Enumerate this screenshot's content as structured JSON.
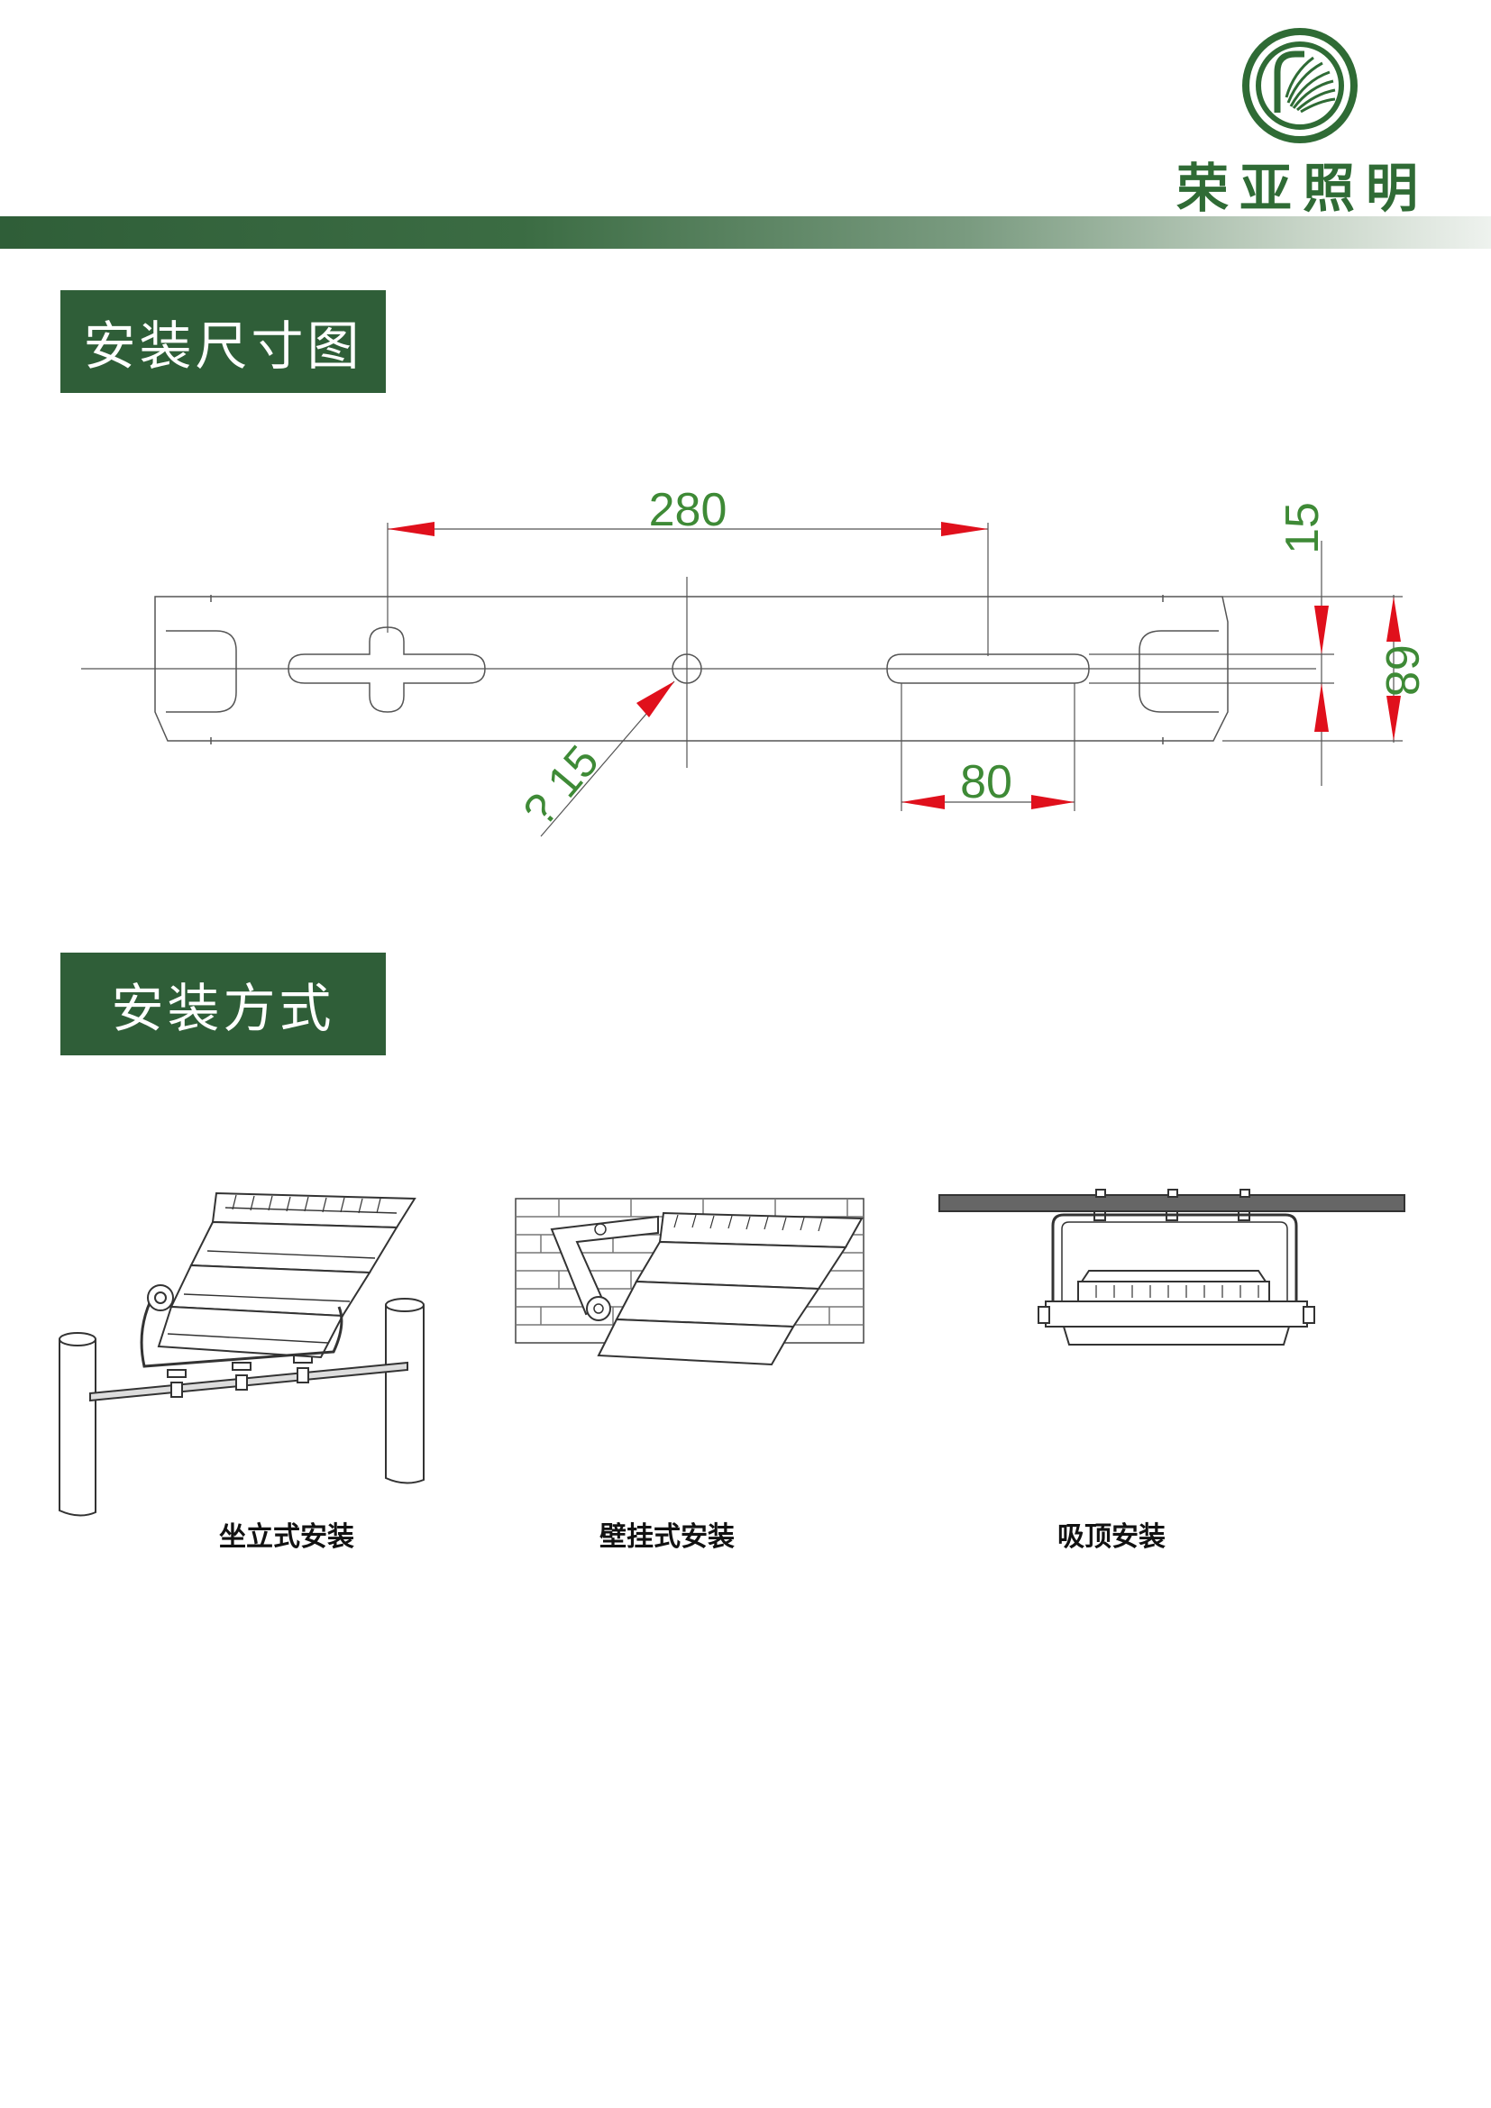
{
  "brand": {
    "name": "荣亚照明",
    "color": "#2f6b35"
  },
  "sections": {
    "dimensions": {
      "title": "安装尺寸图"
    },
    "installation": {
      "title": "安装方式"
    }
  },
  "dimensions": {
    "overall_spacing": "280",
    "slot_length": "80",
    "top_offset": "15",
    "bracket_width": "68",
    "hole_diameter": "? 15"
  },
  "installation_methods": [
    {
      "label": "坐立式安装",
      "icon": "pole-mount-drawing"
    },
    {
      "label": "壁挂式安装",
      "icon": "wall-mount-drawing"
    },
    {
      "label": "吸顶安装",
      "icon": "ceiling-mount-drawing"
    }
  ],
  "colors": {
    "section_bg": "#2f5e38",
    "dimension_text": "#3e8a36",
    "arrow": "#e0101c"
  }
}
